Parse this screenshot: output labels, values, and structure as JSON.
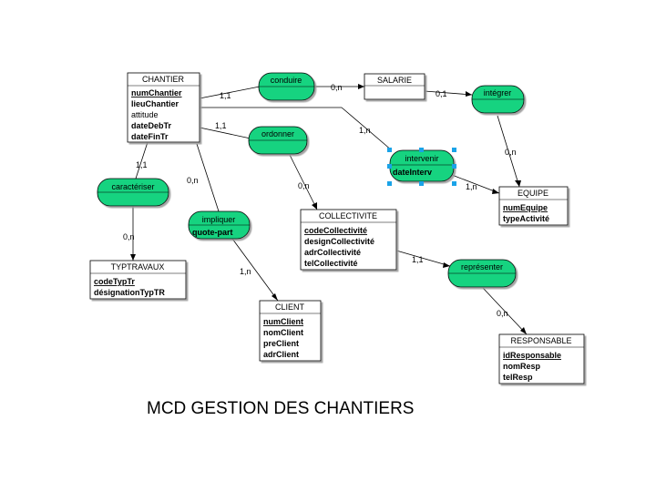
{
  "caption": "MCD GESTION DES CHANTIERS",
  "colors": {
    "relationship_fill": "#19d380",
    "entity_fill": "#ffffff",
    "selection_handle": "#1aa3e8"
  },
  "entities": {
    "chantier": {
      "title": "CHANTIER",
      "attrs": [
        "numChantier",
        "lieuChantier",
        "attitude",
        "dateDebTr",
        "dateFinTr"
      ]
    },
    "salarie": {
      "title": "SALARIE",
      "attrs": []
    },
    "equipe": {
      "title": "EQUIPE",
      "attrs": [
        "numEquipe",
        "typeActivité"
      ]
    },
    "collectivite": {
      "title": "COLLECTIVITE",
      "attrs": [
        "codeCollectivité",
        "designCollectivité",
        "adrCollectivité",
        "telCollectivité"
      ]
    },
    "typtravaux": {
      "title": "TYPTRAVAUX",
      "attrs": [
        "codeTypTr",
        "désignationTypTR"
      ]
    },
    "client": {
      "title": "CLIENT",
      "attrs": [
        "numClient",
        "nomClient",
        "preClient",
        "adrClient"
      ]
    },
    "responsable": {
      "title": "RESPONSABLE",
      "attrs": [
        "idResponsable",
        "nomResp",
        "telResp"
      ]
    }
  },
  "relationships": {
    "conduire": {
      "name": "conduire",
      "attr": ""
    },
    "integrer": {
      "name": "intégrer",
      "attr": ""
    },
    "ordonner": {
      "name": "ordonner",
      "attr": ""
    },
    "intervenir": {
      "name": "intervenir",
      "attr": "dateInterv"
    },
    "caracteriser": {
      "name": "caractériser",
      "attr": ""
    },
    "impliquer": {
      "name": "impliquer",
      "attr": "quote-part"
    },
    "representer": {
      "name": "représenter",
      "attr": ""
    }
  },
  "cardinalities": {
    "chantier_conduire": "1,1",
    "salarie_conduire": "0,n",
    "salarie_integrer": "0,1",
    "chantier_ordonner": "1,1",
    "chantier_intervenir": "1,n",
    "equipe_integrer": "0,n",
    "equipe_intervenir": "1,n",
    "chantier_caracteriser": "1,1",
    "chantier_impliquer": "0,n",
    "collectivite_ordonner": "0,n",
    "typtravaux_caracteriser": "0,n",
    "client_impliquer": "1,n",
    "collectivite_representer": "1,1",
    "responsable_representer": "0,n"
  }
}
